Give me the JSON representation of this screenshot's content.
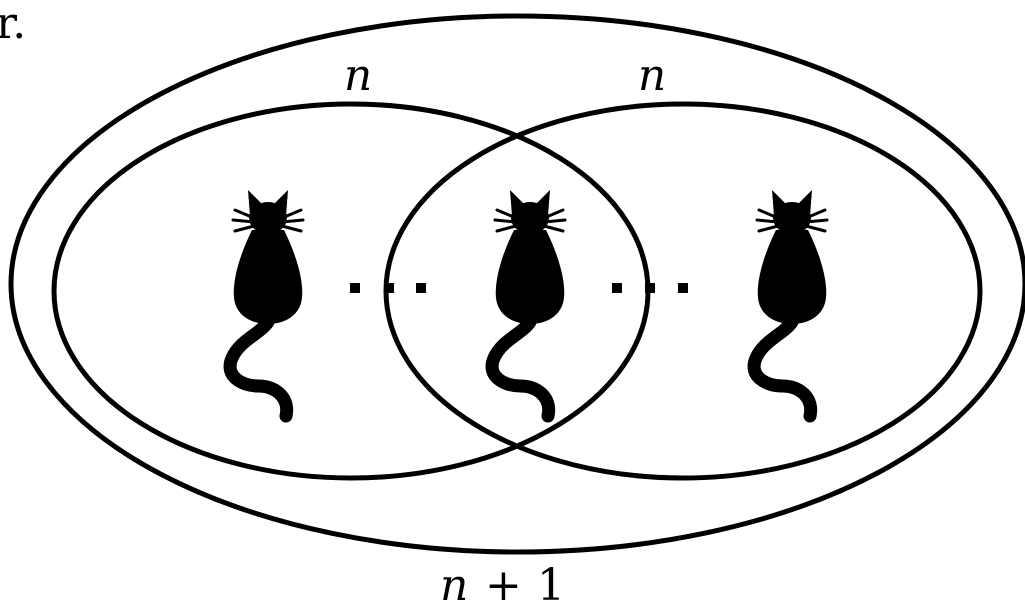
{
  "labels": {
    "left_set": "n",
    "right_set": "n",
    "whole_set": "n",
    "plus": "+",
    "one": "1",
    "corner_mark": "r."
  },
  "figure": {
    "cat_count": 3,
    "ellipsis_groups": 2,
    "dots_per_group": 3,
    "colors": {
      "stroke": "#000000",
      "fill": "#000000",
      "background": "#ffffff"
    }
  }
}
